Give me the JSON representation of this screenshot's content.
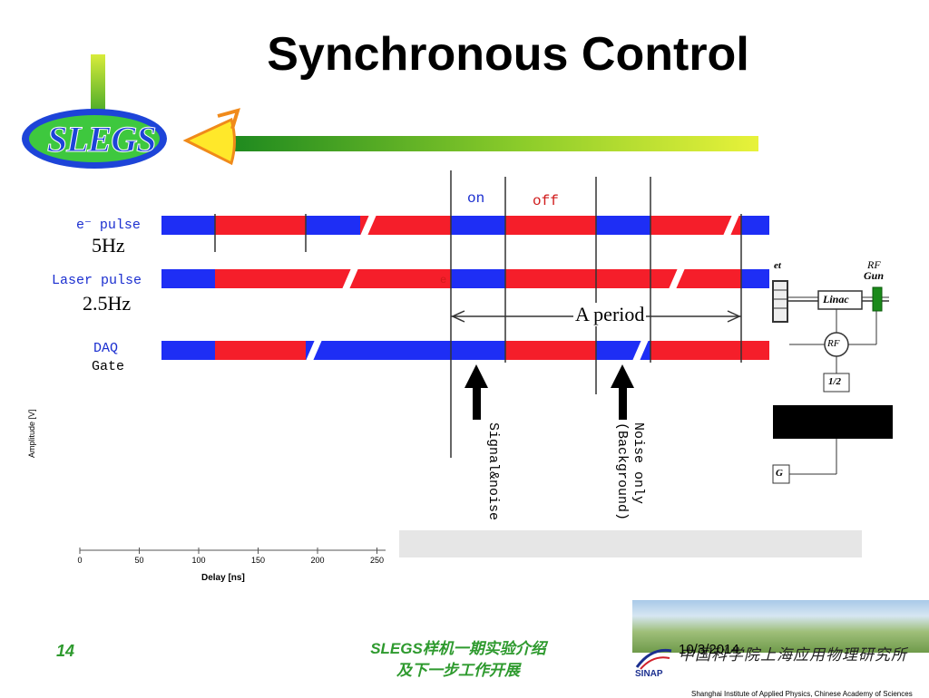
{
  "title": "Synchronous Control",
  "logo": {
    "text": "SLEGS"
  },
  "timing_diagram": {
    "rows": [
      {
        "label_line1": "e⁻ pulse",
        "label_line2": "5Hz"
      },
      {
        "label_line1": "Laser pulse",
        "label_line2": "2.5Hz"
      },
      {
        "label_line1": "DAQ",
        "label_line2": "Gate"
      }
    ],
    "phase_labels": {
      "on": "on",
      "off": "off"
    },
    "period_label": "A period",
    "stray_marker": "e",
    "arrow_labels": {
      "signal": "Signal&noise",
      "noise_line1": "Noise only",
      "noise_line2": "(Background)"
    },
    "colors": {
      "on": "#1e2ef5",
      "off": "#f51e2a"
    }
  },
  "background_plot": {
    "ylabel": "Amplitude [V]",
    "xlabel": "Delay [ns]",
    "xticks": [
      "0",
      "50",
      "100",
      "150",
      "200",
      "250"
    ]
  },
  "schematic": {
    "labels": [
      "et",
      "RF",
      "Gun",
      "Linac",
      "RF",
      "1/2",
      "G"
    ]
  },
  "footer": {
    "page": "14",
    "title_line1": "SLEGS样机一期实验介绍",
    "title_line2": "及下一步工作开展",
    "date": "10/3/2014",
    "institute_cn": "中国科学院上海应用物理研究所",
    "institute_en": "Shanghai Institute of Applied Physics, Chinese Academy of Sciences",
    "sinap": "SINAP"
  }
}
